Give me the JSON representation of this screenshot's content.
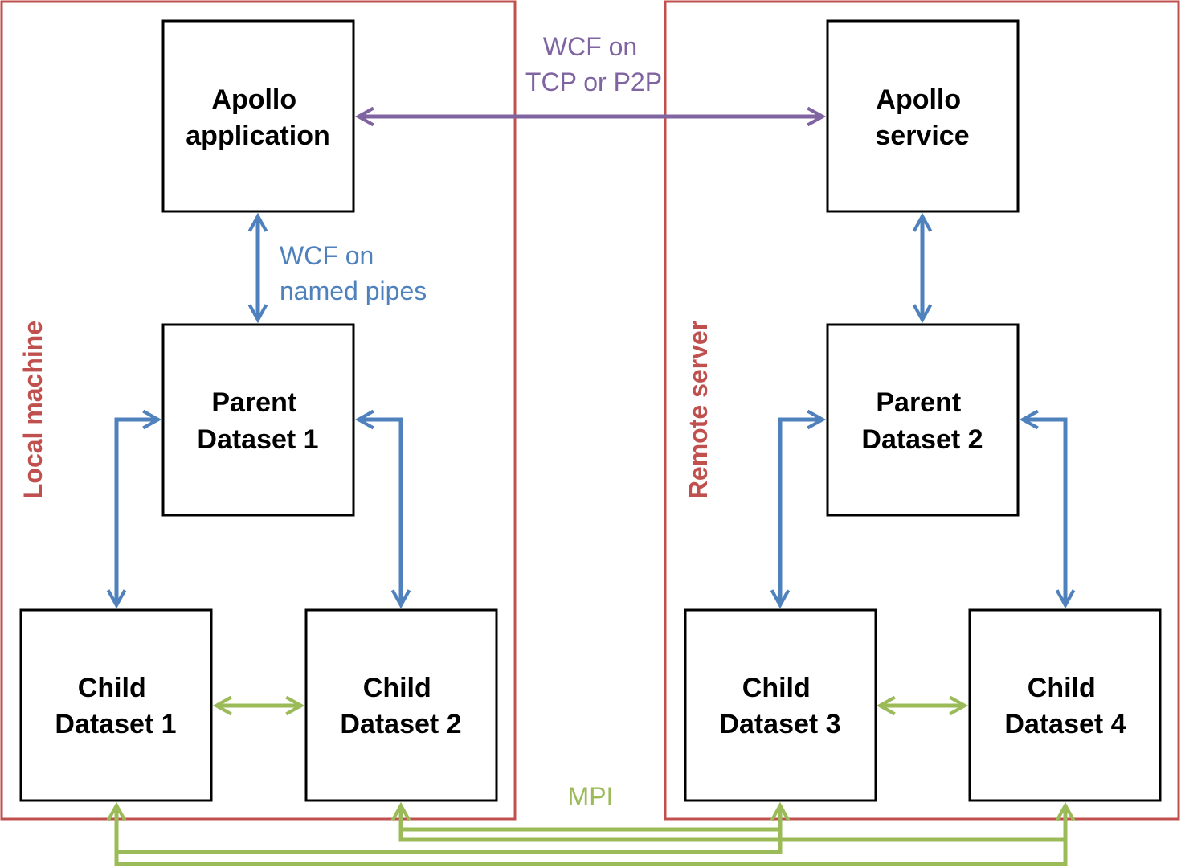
{
  "groups": {
    "local": {
      "label": "Local machine"
    },
    "remote": {
      "label": "Remote server"
    }
  },
  "nodes": {
    "apollo_app": {
      "line1": "Apollo",
      "line2": "application"
    },
    "apollo_svc": {
      "line1": "Apollo",
      "line2": "service"
    },
    "parent1": {
      "line1": "Parent",
      "line2": "Dataset 1"
    },
    "parent2": {
      "line1": "Parent",
      "line2": "Dataset 2"
    },
    "child1": {
      "line1": "Child",
      "line2": "Dataset 1"
    },
    "child2": {
      "line1": "Child",
      "line2": "Dataset 2"
    },
    "child3": {
      "line1": "Child",
      "line2": "Dataset 3"
    },
    "child4": {
      "line1": "Child",
      "line2": "Dataset 4"
    }
  },
  "edge_labels": {
    "wcf_tcp": {
      "line1": "WCF on",
      "line2": "TCP or P2P"
    },
    "wcf_pipes": {
      "line1": "WCF on",
      "line2": "named pipes"
    },
    "mpi": "MPI"
  },
  "colors": {
    "group_border": "#c0504d",
    "wcf_tcp": "#8064a2",
    "wcf_pipes": "#4f81bd",
    "mpi": "#9bbb59"
  }
}
